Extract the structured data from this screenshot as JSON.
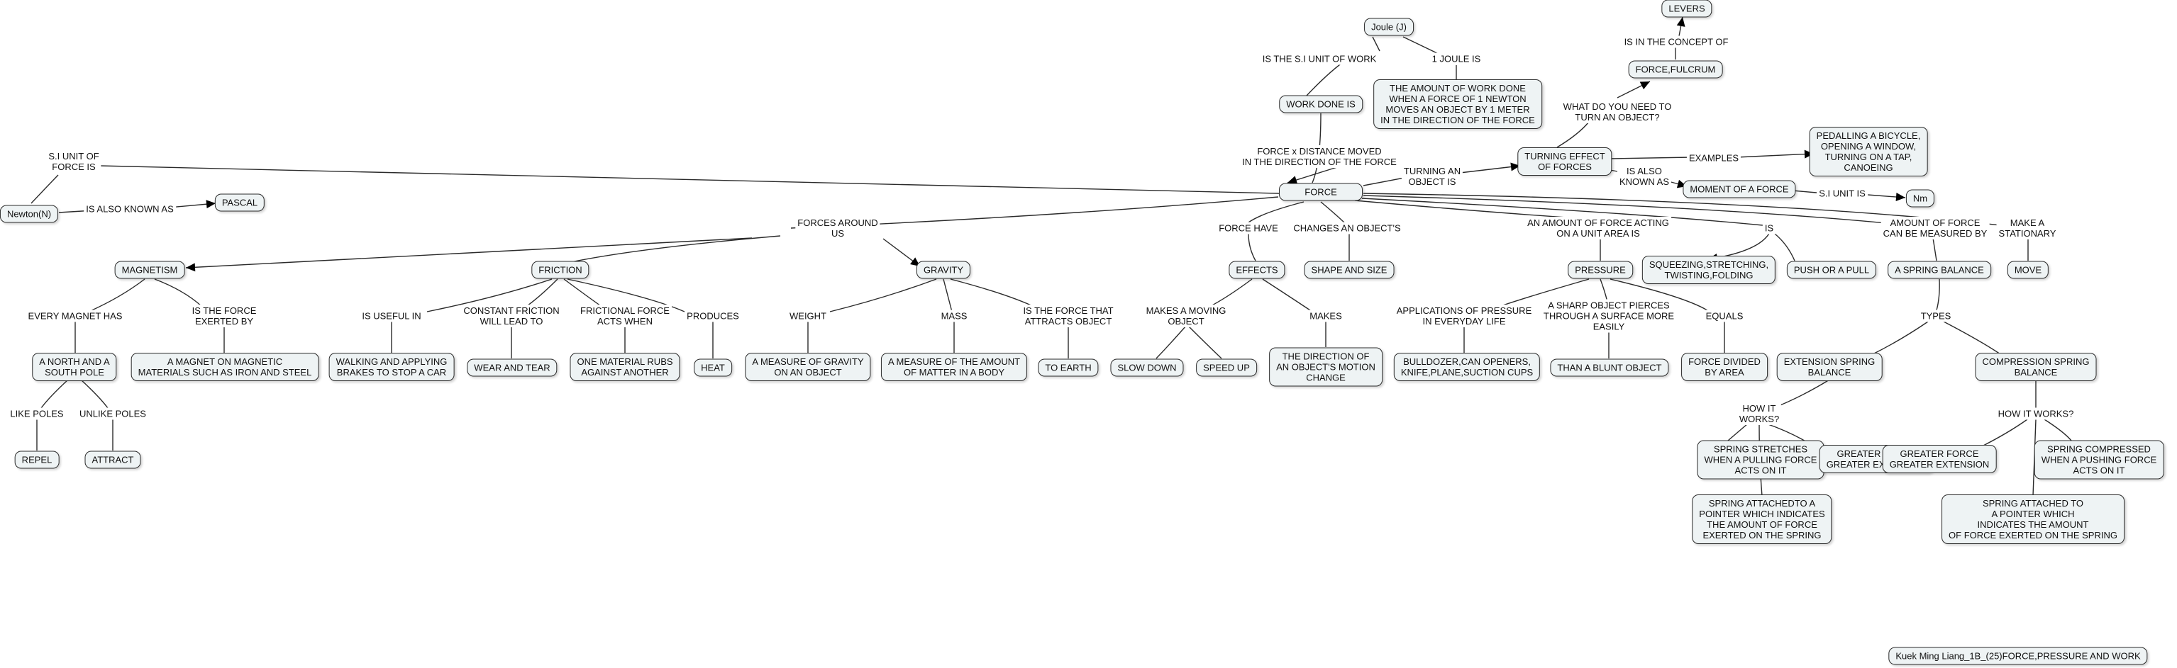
{
  "nodes": {
    "joule": "Joule (J)",
    "work_done": "WORK DONE IS",
    "amount_work": "THE AMOUNT OF WORK DONE\nWHEN A FORCE OF 1 NEWTON\nMOVES AN OBJECT BY 1 METER\nIN THE DIRECTION OF THE FORCE",
    "levers": "LEVERS",
    "force_fulcrum": "FORCE,FULCRUM",
    "turning_effect": "TURNING EFFECT\nOF FORCES",
    "pedalling": "PEDALLING A BICYCLE,\nOPENING A WINDOW,\nTURNING ON A TAP,\nCANOEING",
    "moment": "MOMENT OF A FORCE",
    "nm": "Nm",
    "force": "FORCE",
    "newton": "Newton(N)",
    "pascal": "PASCAL",
    "magnetism": "MAGNETISM",
    "friction": "FRICTION",
    "gravity": "GRAVITY",
    "effects": "EFFECTS",
    "shape_size": "SHAPE AND SIZE",
    "pressure": "PRESSURE",
    "squeezing": "SQUEEZING,STRETCHING,\nTWISTING,FOLDING",
    "push_pull": "PUSH OR A PULL",
    "spring_balance": "A SPRING BALANCE",
    "move": "MOVE",
    "north_south": "A NORTH AND A\nSOUTH POLE",
    "magnet_materials": "A MAGNET ON MAGNETIC\nMATERIALS SUCH AS IRON AND STEEL",
    "walking": "WALKING AND APPLYING\nBRAKES TO STOP A CAR",
    "wear_tear": "WEAR AND TEAR",
    "one_material": "ONE MATERIAL RUBS\nAGAINST ANOTHER",
    "heat": "HEAT",
    "measure_gravity": "A MEASURE OF GRAVITY\nON AN OBJECT",
    "measure_matter": "A MEASURE OF THE AMOUNT\nOF MATTER IN A BODY",
    "to_earth": "TO EARTH",
    "slow_down": "SLOW DOWN",
    "speed_up": "SPEED UP",
    "direction_change": "THE DIRECTION OF\nAN OBJECT'S MOTION\nCHANGE",
    "bulldozer": "BULLDOZER,CAN OPENERS,\nKNIFE,PLANE,SUCTION CUPS",
    "blunt": "THAN A BLUNT OBJECT",
    "force_area": "FORCE DIVIDED\nBY AREA",
    "extension_balance": "EXTENSION SPRING\nBALANCE",
    "compression_balance": "COMPRESSION SPRING\nBALANCE",
    "repel": "REPEL",
    "attract": "ATTRACT",
    "spring_stretches": "SPRING STRETCHES\nWHEN A PULLING FORCE\nACTS ON IT",
    "greater_ext_1": "GREATER FORCE\nGREATER EXTENSION",
    "attached_1": "SPRING ATTACHEDTO A\nPOINTER WHICH INDICATES\nTHE AMOUNT OF FORCE\nEXERTED ON THE SPRING",
    "greater_ext_2": "GREATER FORCE\nGREATER EXTENSION",
    "spring_compressed": "SPRING COMPRESSED\nWHEN A PUSHING FORCE\nACTS ON IT",
    "attached_2": "SPRING ATTACHED TO\nA POINTER WHICH\nINDICATES THE AMOUNT\nOF FORCE EXERTED ON THE SPRING",
    "author": "Kuek Ming Liang_1B_(25)FORCE,PRESSURE AND WORK"
  },
  "labels": {
    "si_unit_work": "IS THE S.I UNIT OF WORK",
    "one_joule": "1 JOULE IS",
    "in_concept": "IS IN THE CONCEPT OF",
    "what_need": "WHAT DO YOU NEED TO\nTURN AN OBJECT?",
    "fxd": "FORCE x DISTANCE MOVED\nIN THE DIRECTION OF THE FORCE",
    "turning_an_object": "TURNING AN\nOBJECT IS",
    "examples": "EXAMPLES",
    "also_known_moment": "IS ALSO\nKNOWN AS",
    "si_unit_is": "S.I UNIT IS",
    "si_unit_force": "S.I UNIT OF\nFORCE IS",
    "also_known_pascal": "IS ALSO KNOWN AS",
    "forces_around": "FORCES AROUND\nUS",
    "force_have": "FORCE HAVE",
    "changes_shape": "CHANGES AN OBJECT'S",
    "pressure_def": "AN AMOUNT OF FORCE ACTING\nON A UNIT AREA IS",
    "is": "IS",
    "measured_by": "AMOUNT OF FORCE\nCAN BE MEASURED BY",
    "make_stationary": "MAKE A\nSTATIONARY",
    "every_magnet": "EVERY MAGNET HAS",
    "force_exerted": "IS THE FORCE\nEXERTED BY",
    "useful_in": "IS USEFUL IN",
    "constant_friction": "CONSTANT FRICTION\nWILL LEAD TO",
    "frictional_force": "FRICTIONAL FORCE\nACTS WHEN",
    "produces": "PRODUCES",
    "weight": "WEIGHT",
    "mass": "MASS",
    "attracts_earth": "IS THE FORCE THAT\nATTRACTS OBJECT",
    "moving_object": "MAKES A MOVING\nOBJECT",
    "makes": "MAKES",
    "applications": "APPLICATIONS OF PRESSURE\nIN EVERYDAY LIFE",
    "sharp_object": "A SHARP OBJECT PIERCES\nTHROUGH A SURFACE MORE\nEASILY",
    "equals": "EQUALS",
    "types": "TYPES",
    "like_poles": "LIKE POLES",
    "unlike_poles": "UNLIKE POLES",
    "how_works_1": "HOW IT\nWORKS?",
    "how_works_2": "HOW IT WORKS?"
  }
}
